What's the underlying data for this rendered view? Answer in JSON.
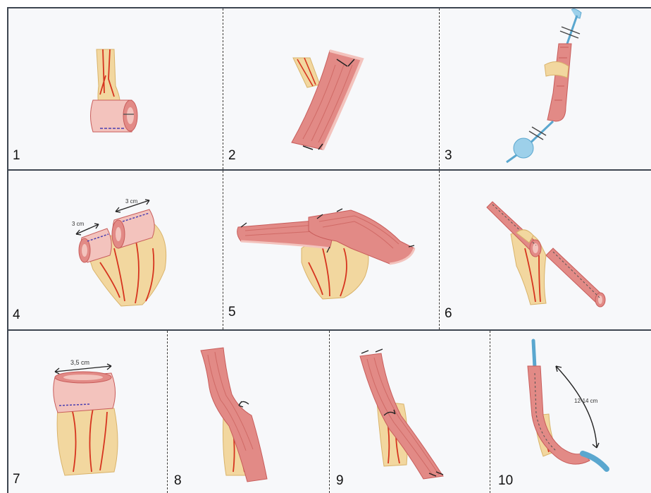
{
  "panels": [
    {
      "number": "1"
    },
    {
      "number": "2"
    },
    {
      "number": "3"
    },
    {
      "number": "4"
    },
    {
      "number": "5"
    },
    {
      "number": "6"
    },
    {
      "number": "7"
    },
    {
      "number": "8"
    },
    {
      "number": "9"
    },
    {
      "number": "10"
    }
  ],
  "labels": {
    "p4_left": "3 cm",
    "p4_right": "3 cm",
    "p7_width": "3,5 cm",
    "p10_length": "12-14 cm"
  },
  "colors": {
    "muscle": "#e28a86",
    "muscle_dark": "#c85c5a",
    "muscle_light": "#f3c3bd",
    "fat": "#f2d79f",
    "fat_dark": "#d9b36a",
    "vessel": "#d6341f",
    "balloon": "#9dd0ea",
    "border": "#3d4550"
  }
}
